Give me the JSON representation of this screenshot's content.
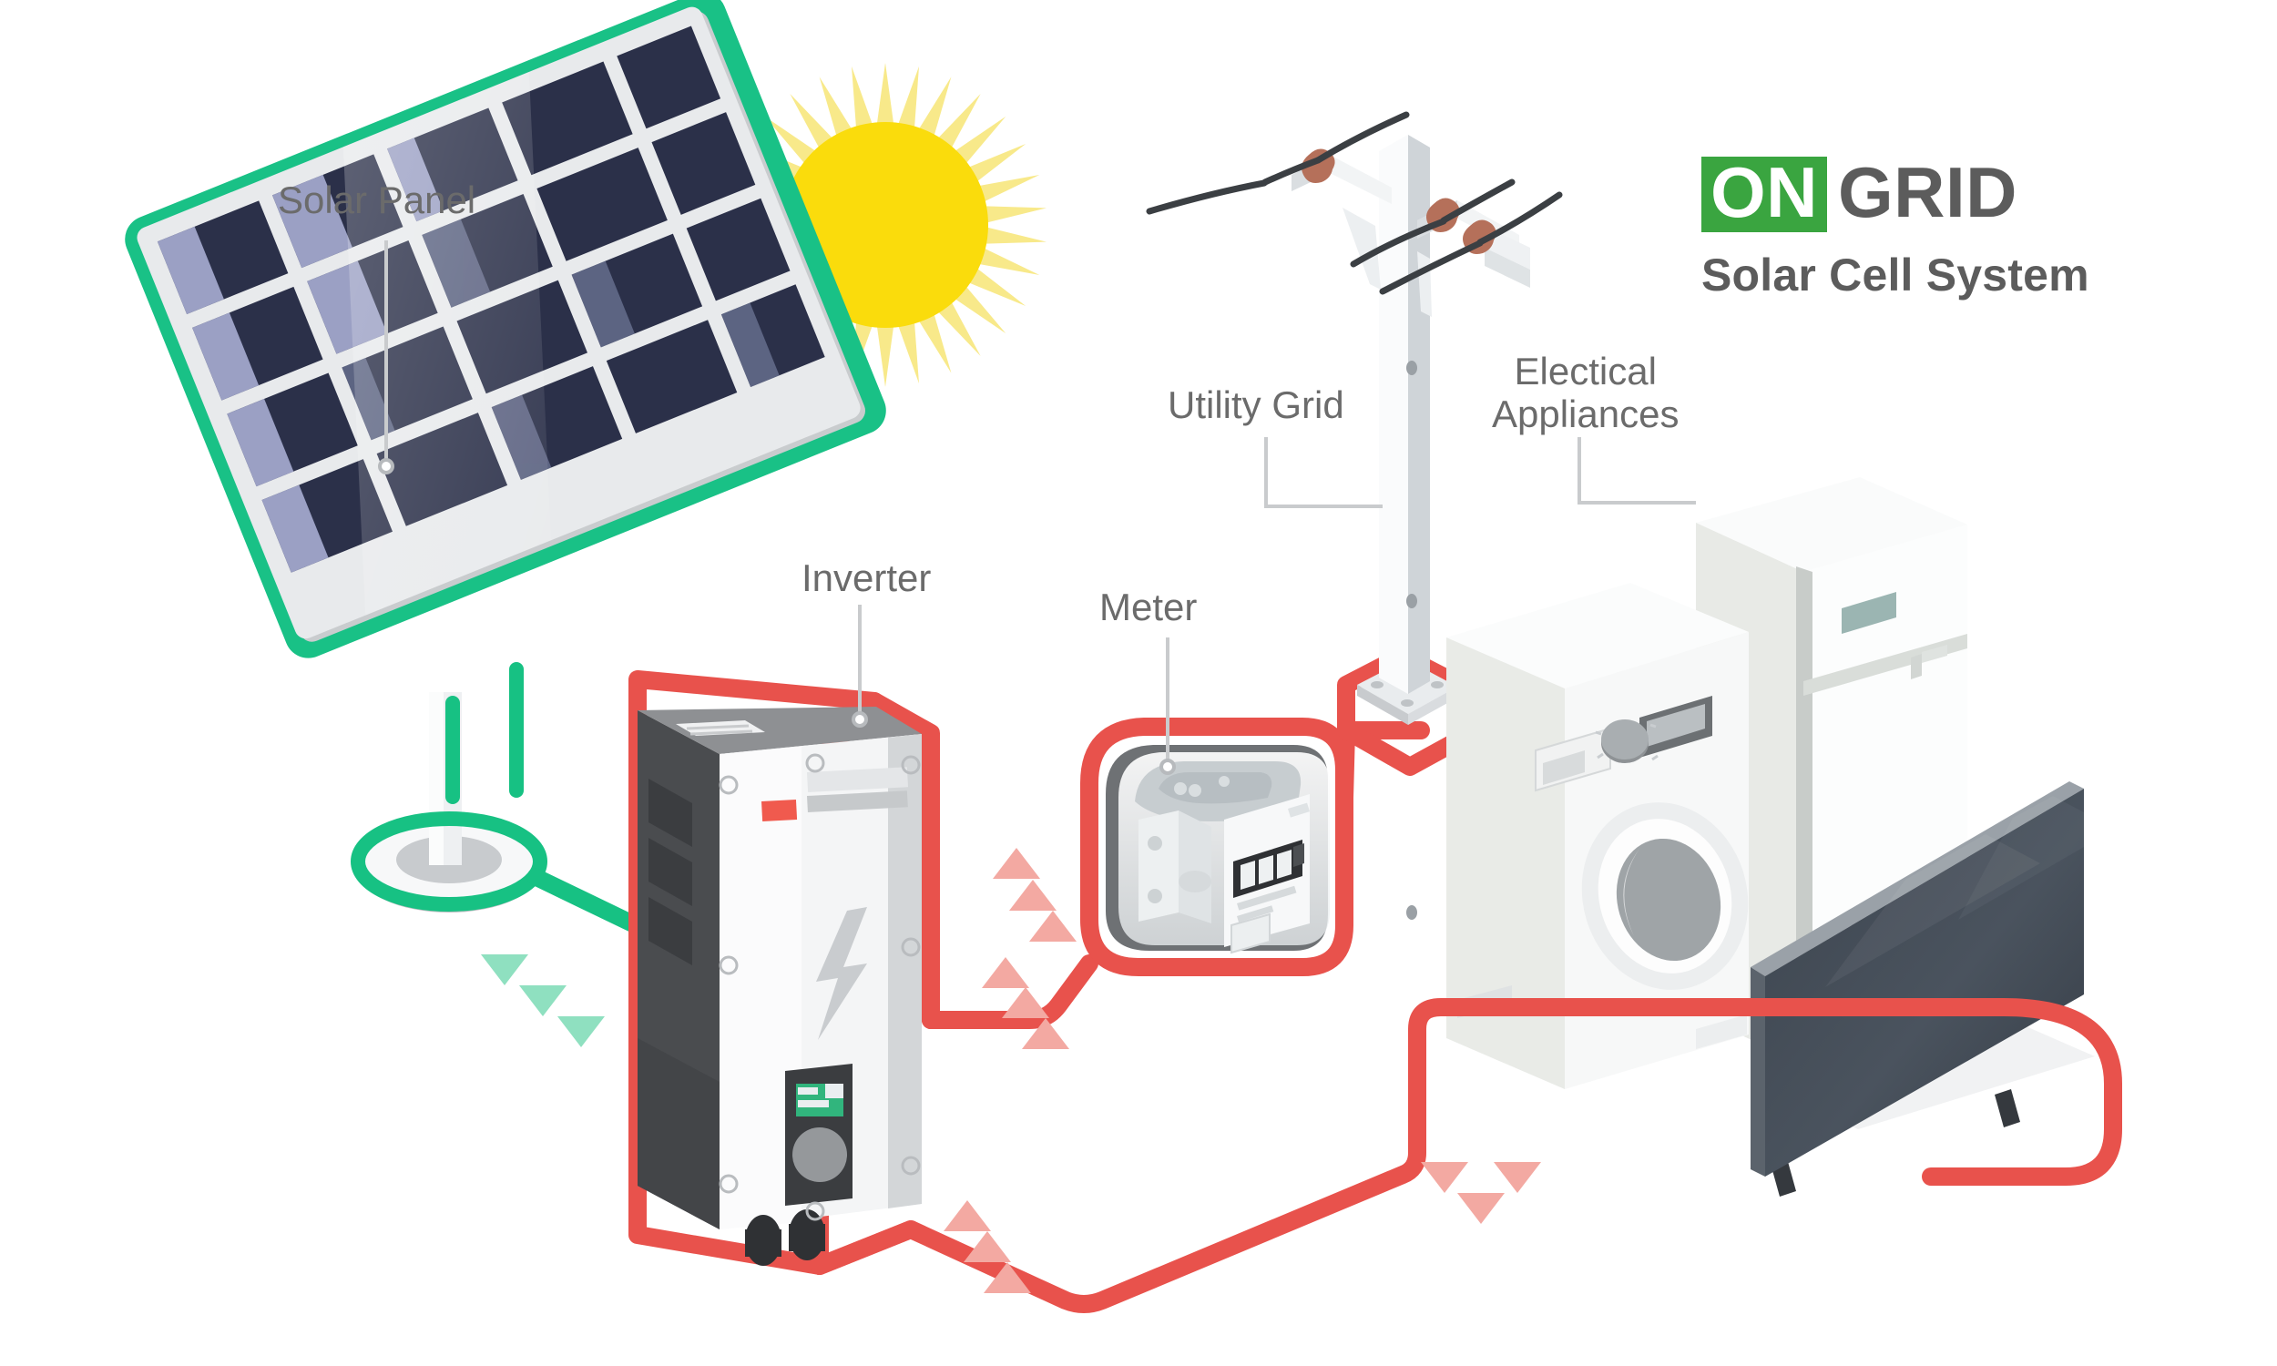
{
  "title": {
    "badge_word": "ON",
    "word": "GRID",
    "subtitle": "Solar Cell System",
    "badge_color": "#3aa540",
    "text_color": "#5c5c5c"
  },
  "labels": {
    "solar_panel": "Solar Panel",
    "inverter": "Inverter",
    "meter": "Meter",
    "utility_grid": "Utility Grid",
    "electrical_appliances": "Electical\nAppliances"
  },
  "palette": {
    "background": "#ffffff",
    "dc_cable_green": "#17c183",
    "ac_cable_red": "#e8524c",
    "flow_arrow_green": "#8fe0c0",
    "flow_arrow_red": "#f3a9a2",
    "sun_core": "#fadc0c",
    "sun_rays": "#f8e98a",
    "sun_beam_arrow": "#e2a317",
    "panel_frame": "#19c186",
    "panel_cell_dark": "#2b3049",
    "panel_cell_light": "#9ba0c4",
    "panel_grid_white": "#e8eaec",
    "device_white": "#f2f3f4",
    "device_gray": "#8e9093",
    "device_dark": "#4a4c4f",
    "tv_screen": "#3c444e",
    "insulator_brown": "#b5705a",
    "leader_line": "#c9cbcd",
    "lcd_green": "#31b57d",
    "fridge_badge": "#9bb5b2"
  },
  "diagram": {
    "type": "isometric-flow",
    "nodes": [
      {
        "id": "sun",
        "name": "Sun",
        "kind": "source"
      },
      {
        "id": "solar-panel",
        "name": "Solar Panel",
        "kind": "generator"
      },
      {
        "id": "inverter",
        "name": "Inverter",
        "kind": "converter"
      },
      {
        "id": "meter",
        "name": "Meter",
        "kind": "measurement"
      },
      {
        "id": "utility-grid",
        "name": "Utility Grid",
        "kind": "grid"
      },
      {
        "id": "electrical-appliances",
        "name": "Electical Appliances",
        "kind": "load"
      }
    ],
    "edges": [
      {
        "from": "sun",
        "to": "solar-panel",
        "style": "sun-beams",
        "color": "#e2a317"
      },
      {
        "from": "solar-panel",
        "to": "inverter",
        "style": "dc-cable",
        "color": "#17c183"
      },
      {
        "from": "inverter",
        "to": "meter",
        "style": "ac-cable",
        "color": "#e8524c"
      },
      {
        "from": "meter",
        "to": "utility-grid",
        "style": "ac-cable",
        "color": "#e8524c"
      },
      {
        "from": "inverter",
        "to": "electrical-appliances",
        "style": "ac-cable",
        "color": "#e8524c"
      }
    ],
    "appliance_items": [
      "washing-machine",
      "refrigerator",
      "television"
    ]
  }
}
